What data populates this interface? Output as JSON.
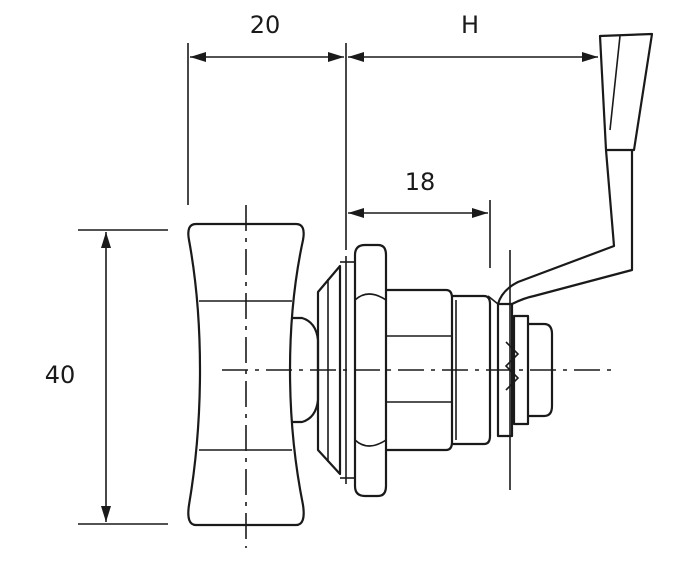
{
  "dimensions": {
    "width_label": "20",
    "handle_label": "H",
    "body_label": "18",
    "height_label": "40"
  },
  "colors": {
    "line": "#1a1a1a",
    "background": "#ffffff"
  }
}
